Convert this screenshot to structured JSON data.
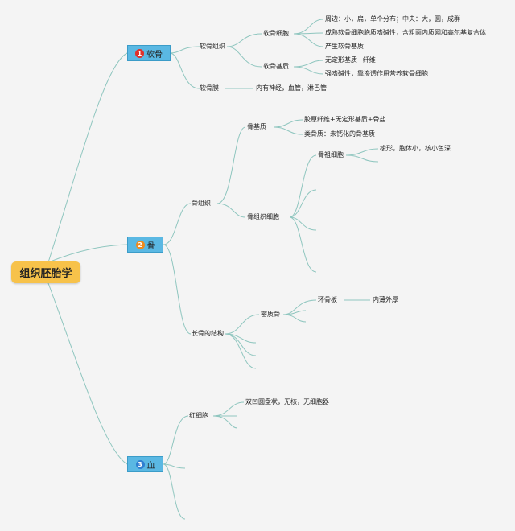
{
  "root": {
    "label": "组织胚胎学"
  },
  "branches": [
    {
      "num": "1",
      "label": "软骨",
      "color": "#e0312b"
    },
    {
      "num": "2",
      "label": "骨",
      "color": "#f08a1c"
    },
    {
      "num": "3",
      "label": "血",
      "color": "#2f7fd1"
    }
  ],
  "cartilage": {
    "tissue": "软骨组织",
    "cells": "软骨细胞",
    "cells_items": [
      "周边：小，扁，单个分布；中央：大，圆，成群",
      "成熟软骨细胞胞质嗜碱性，含粗面内质网和高尔基复合体",
      "产生软骨基质"
    ],
    "matrix": "软骨基质",
    "matrix_items": [
      "无定形基质+纤维",
      "强嗜碱性，靠渗透作用营养软骨细胞"
    ],
    "membrane": "软骨膜",
    "membrane_item": "内有神经，血管，淋巴管"
  },
  "bone": {
    "tissue": "骨组织",
    "matrix": "骨基质",
    "matrix_items": [
      "胶原纤维+无定形基质+骨盐",
      "类骨质：未钙化的骨基质"
    ],
    "cells": "骨组织细胞",
    "osteoprogenitor": "骨祖细胞",
    "osteoprogenitor_item": "梭形，胞体小，核小色深",
    "long_bone": "长骨的结构",
    "compact": "密质骨",
    "lamella": "环骨板",
    "lamella_item": "内薄外厚"
  },
  "blood": {
    "rbc": "红细胞",
    "rbc_item": "双凹圆盘状，无核，无细胞器"
  }
}
